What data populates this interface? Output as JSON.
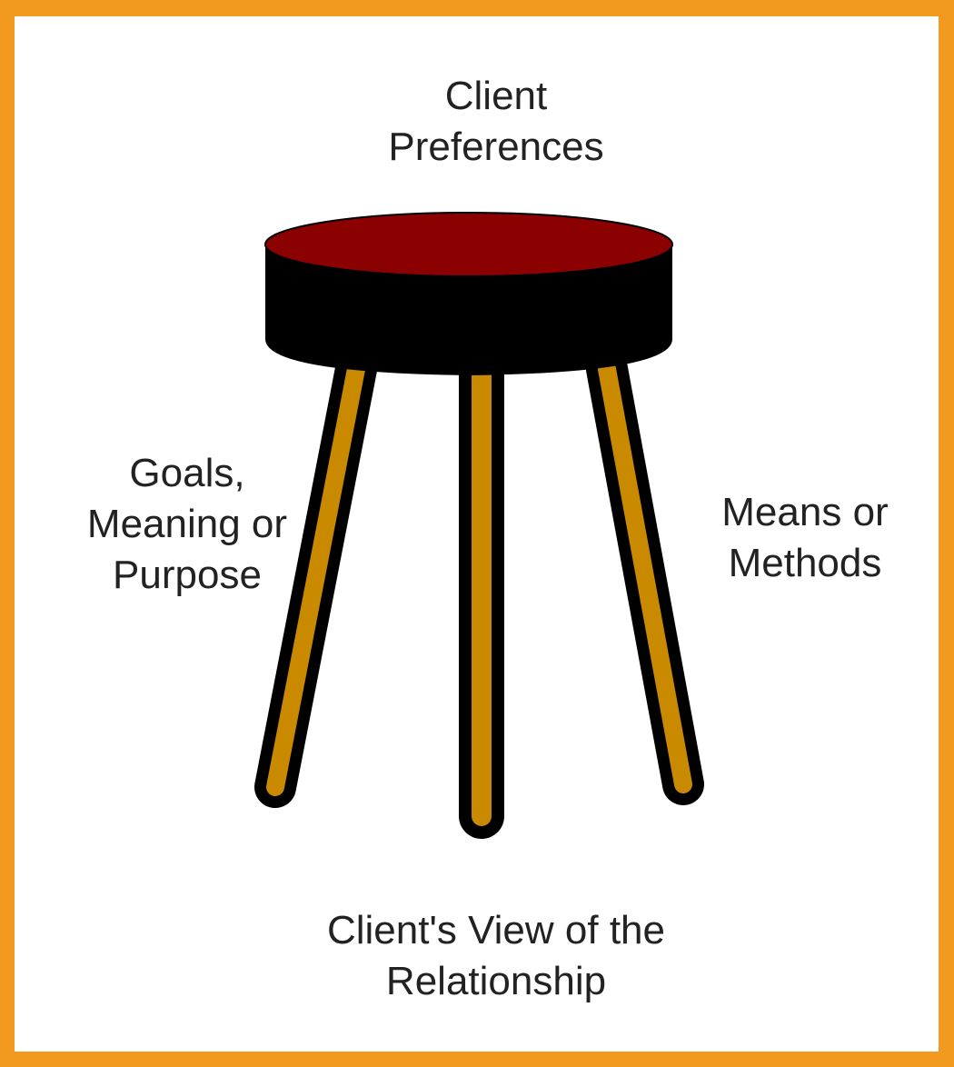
{
  "diagram": {
    "labels": {
      "top": [
        "Client",
        "Preferences"
      ],
      "left": [
        "Goals,",
        "Meaning or",
        "Purpose"
      ],
      "right": [
        "Means or",
        "Methods"
      ],
      "bottom": [
        "Client's View of the",
        "Relationship"
      ]
    }
  },
  "colors": {
    "frame_border": "#F29A1F",
    "seat_top": "#8B0000",
    "seat_body": "#000000",
    "legs": "#C98A00",
    "text": "#222222"
  }
}
